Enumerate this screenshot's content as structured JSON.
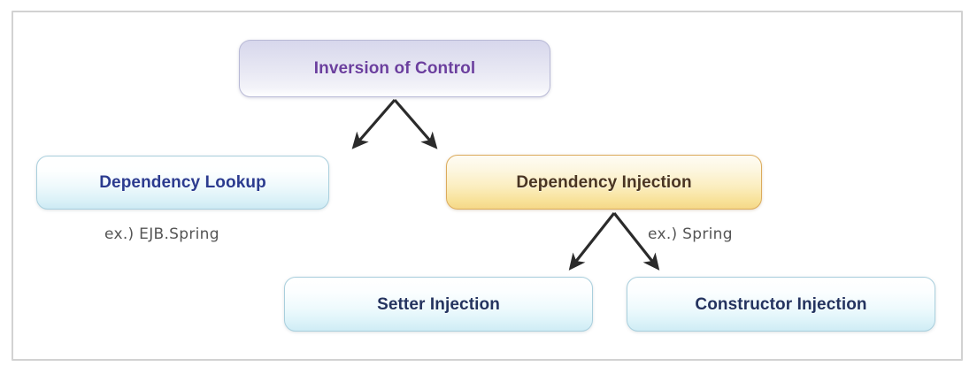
{
  "diagram": {
    "title_concept": "Inversion of Control",
    "frame": {
      "border_color": "#d2d2d2",
      "background": "#ffffff"
    },
    "nodes": [
      {
        "id": "ioc",
        "label": "Inversion of Control",
        "text_color": "#6b3f9e",
        "fill_top": "#d7d7ec",
        "fill_bottom": "#ffffff",
        "border_color": "#b9bad6",
        "level": 0
      },
      {
        "id": "dependency-lookup",
        "label": "Dependency Lookup",
        "text_color": "#2b3b8f",
        "fill_top": "#ffffff",
        "fill_bottom": "#cdeaf4",
        "border_color": "#a9cfdd",
        "level": 1
      },
      {
        "id": "dependency-injection",
        "label": "Dependency Injection",
        "text_color": "#4a3522",
        "fill_top": "#fefcf4",
        "fill_bottom": "#f5d888",
        "border_color": "#dcab5c",
        "level": 1
      },
      {
        "id": "setter-injection",
        "label": "Setter Injection",
        "text_color": "#24335f",
        "fill_top": "#ffffff",
        "fill_bottom": "#cfecf5",
        "border_color": "#a9cfdd",
        "level": 2
      },
      {
        "id": "constructor-injection",
        "label": "Constructor Injection",
        "text_color": "#24335f",
        "fill_top": "#ffffff",
        "fill_bottom": "#cfecf5",
        "border_color": "#a9cfdd",
        "level": 2
      }
    ],
    "captions": [
      {
        "id": "lookup-example",
        "text": "ex.) EJB.Spring",
        "for_node": "dependency-lookup"
      },
      {
        "id": "injection-example",
        "text": "ex.) Spring",
        "for_node": "dependency-injection"
      }
    ],
    "edges": [
      {
        "from": "ioc",
        "to": "dependency-lookup",
        "style": "arrow",
        "color": "#2b2b2b"
      },
      {
        "from": "ioc",
        "to": "dependency-injection",
        "style": "arrow",
        "color": "#2b2b2b"
      },
      {
        "from": "dependency-injection",
        "to": "setter-injection",
        "style": "arrow",
        "color": "#2b2b2b"
      },
      {
        "from": "dependency-injection",
        "to": "constructor-injection",
        "style": "arrow",
        "color": "#2b2b2b"
      }
    ]
  }
}
